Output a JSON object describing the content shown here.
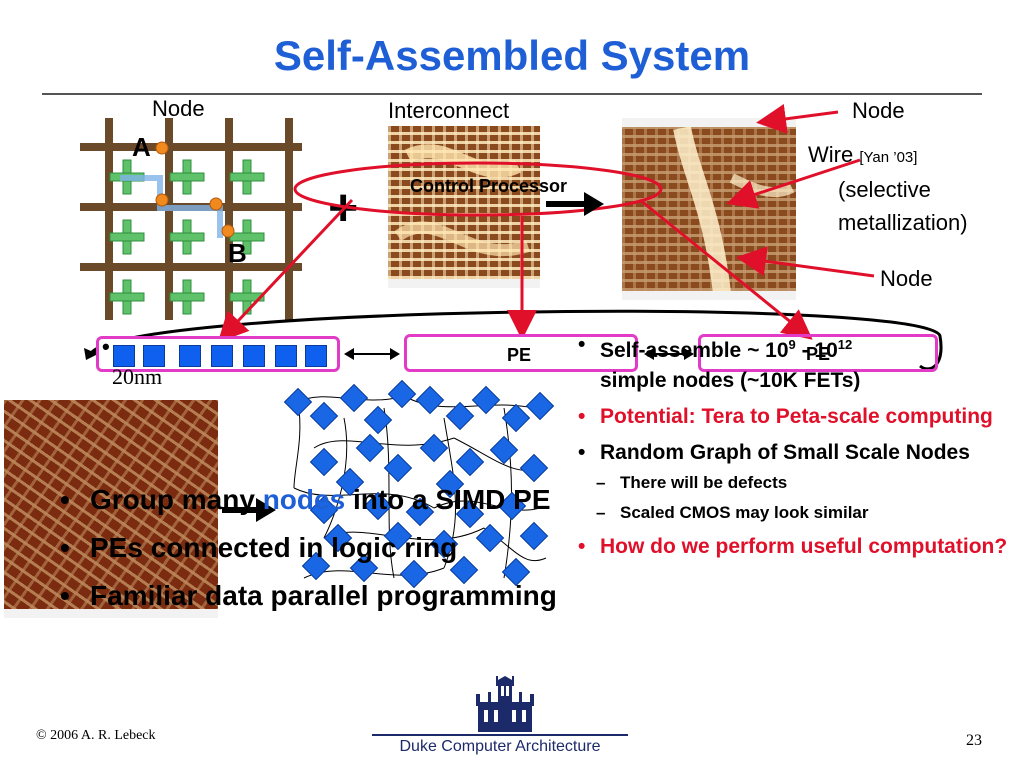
{
  "slide": {
    "title": "Self-Assembled System",
    "labels": {
      "node_top_left": "Node",
      "interconnect": "Interconnect",
      "node_top_right": "Node",
      "wire": "Wire",
      "wire_citation": "[Yan ’03]",
      "selective": "(selective",
      "metallization": "metallization)",
      "node_bottom_right": "Node",
      "node_a": "A",
      "node_b": "B",
      "plus": "+",
      "control_processor": "Control Processor",
      "scale": "20nm",
      "pe_middle": "PE",
      "pe_right": "PE"
    },
    "left_bullets": [
      {
        "pre": "Group many ",
        "highlight": "nodes",
        "post": " into a SIMD PE"
      },
      {
        "text": "PEs connected in logic ring"
      },
      {
        "text": "Familiar data parallel programming"
      }
    ],
    "right_bullets": {
      "b1_a": "Self-assemble ~ 10",
      "b1_sup1": "9",
      "b1_b": " - 10",
      "b1_sup2": "12",
      "b1_c": "simple nodes (~10K FETs)",
      "b2": "Potential: Tera to Peta-scale computing",
      "b3": "Random Graph of Small Scale Nodes",
      "sub1": "There will be defects",
      "sub2": "Scaled CMOS may look similar",
      "b4": "How do we perform useful computation?"
    },
    "footer": {
      "copyright": "© 2006 A. R. Lebeck",
      "org": "Duke Computer Architecture",
      "page": "23"
    },
    "colors": {
      "title": "#1f5fd6",
      "arrow": "#e0102a",
      "pe_border": "#e23bc7",
      "node_blue": "#1060f0",
      "node_orange": "#f08a1e",
      "emphasis_red": "#e0102a"
    }
  }
}
